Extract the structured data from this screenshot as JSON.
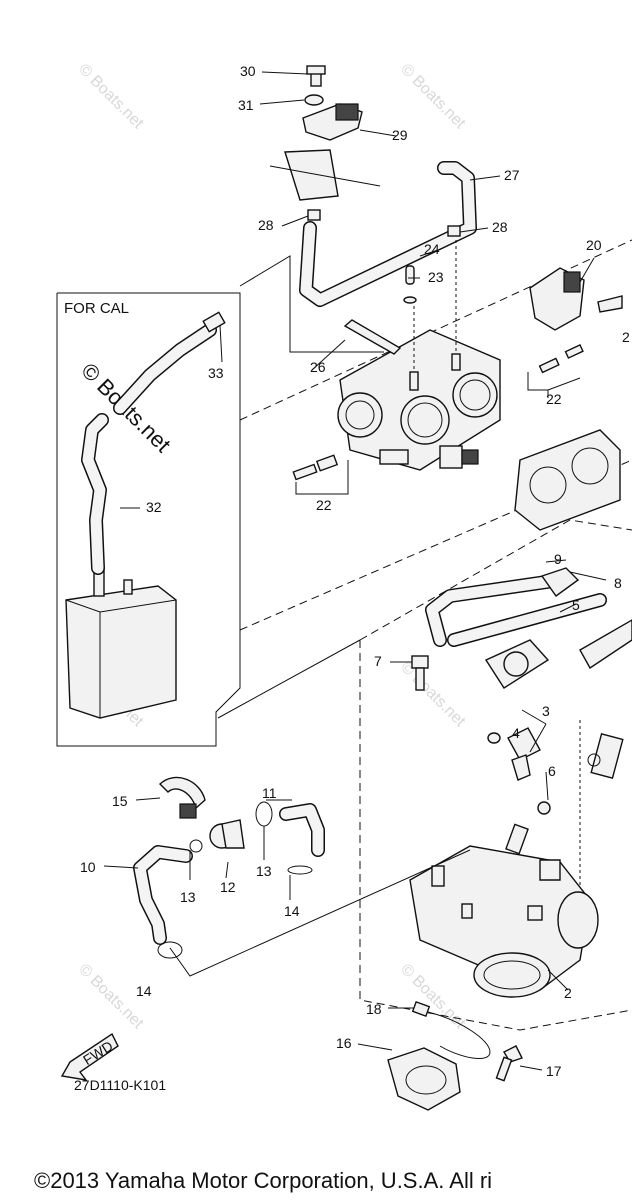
{
  "diagram_code": "27D1110-K101",
  "inset_label": "FOR CAL",
  "fwd_label": "FWD",
  "copyright": "©2013 Yamaha Motor Corporation, U.S.A. All ri",
  "watermark": "© Boats.net",
  "watermark_large": "© Boats.net",
  "callouts": [
    "30",
    "31",
    "29",
    "27",
    "28",
    "28",
    "24",
    "23",
    "20",
    "2",
    "33",
    "26",
    "22",
    "22",
    "32",
    "9",
    "8",
    "5",
    "7",
    "3",
    "4",
    "6",
    "11",
    "15",
    "10",
    "13",
    "12",
    "13",
    "14",
    "14",
    "2",
    "18",
    "16",
    "17"
  ]
}
